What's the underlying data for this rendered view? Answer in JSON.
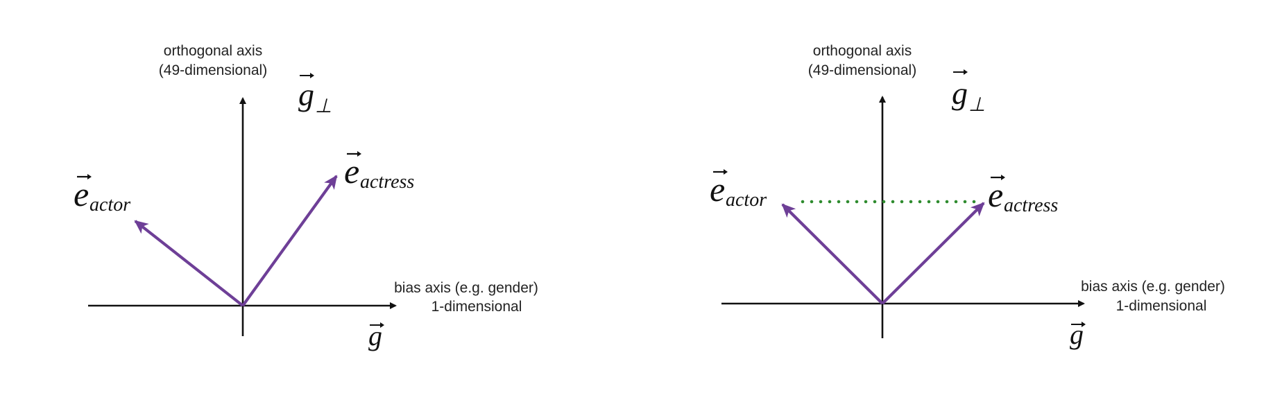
{
  "colors": {
    "axis": "#111111",
    "vector": "#6e3f97",
    "projection_dots": "#2e8b2e",
    "text": "#222222"
  },
  "panels": [
    {
      "orthogonal_axis_label_line1": "orthogonal axis",
      "orthogonal_axis_label_line2": "(49-dimensional)",
      "g_perp_main": "g",
      "g_perp_sub": "⊥",
      "bias_axis_label_line1": "bias axis (e.g. gender)",
      "bias_axis_label_line2": "1-dimensional",
      "g_main": "g",
      "actor_main": "e",
      "actor_sub": "actor",
      "actress_main": "e",
      "actress_sub": "actress"
    },
    {
      "orthogonal_axis_label_line1": "orthogonal axis",
      "orthogonal_axis_label_line2": "(49-dimensional)",
      "g_perp_main": "g",
      "g_perp_sub": "⊥",
      "bias_axis_label_line1": "bias axis (e.g. gender)",
      "bias_axis_label_line2": "1-dimensional",
      "g_main": "g",
      "actor_main": "e",
      "actor_sub": "actor",
      "actress_main": "e",
      "actress_sub": "actress"
    }
  ]
}
